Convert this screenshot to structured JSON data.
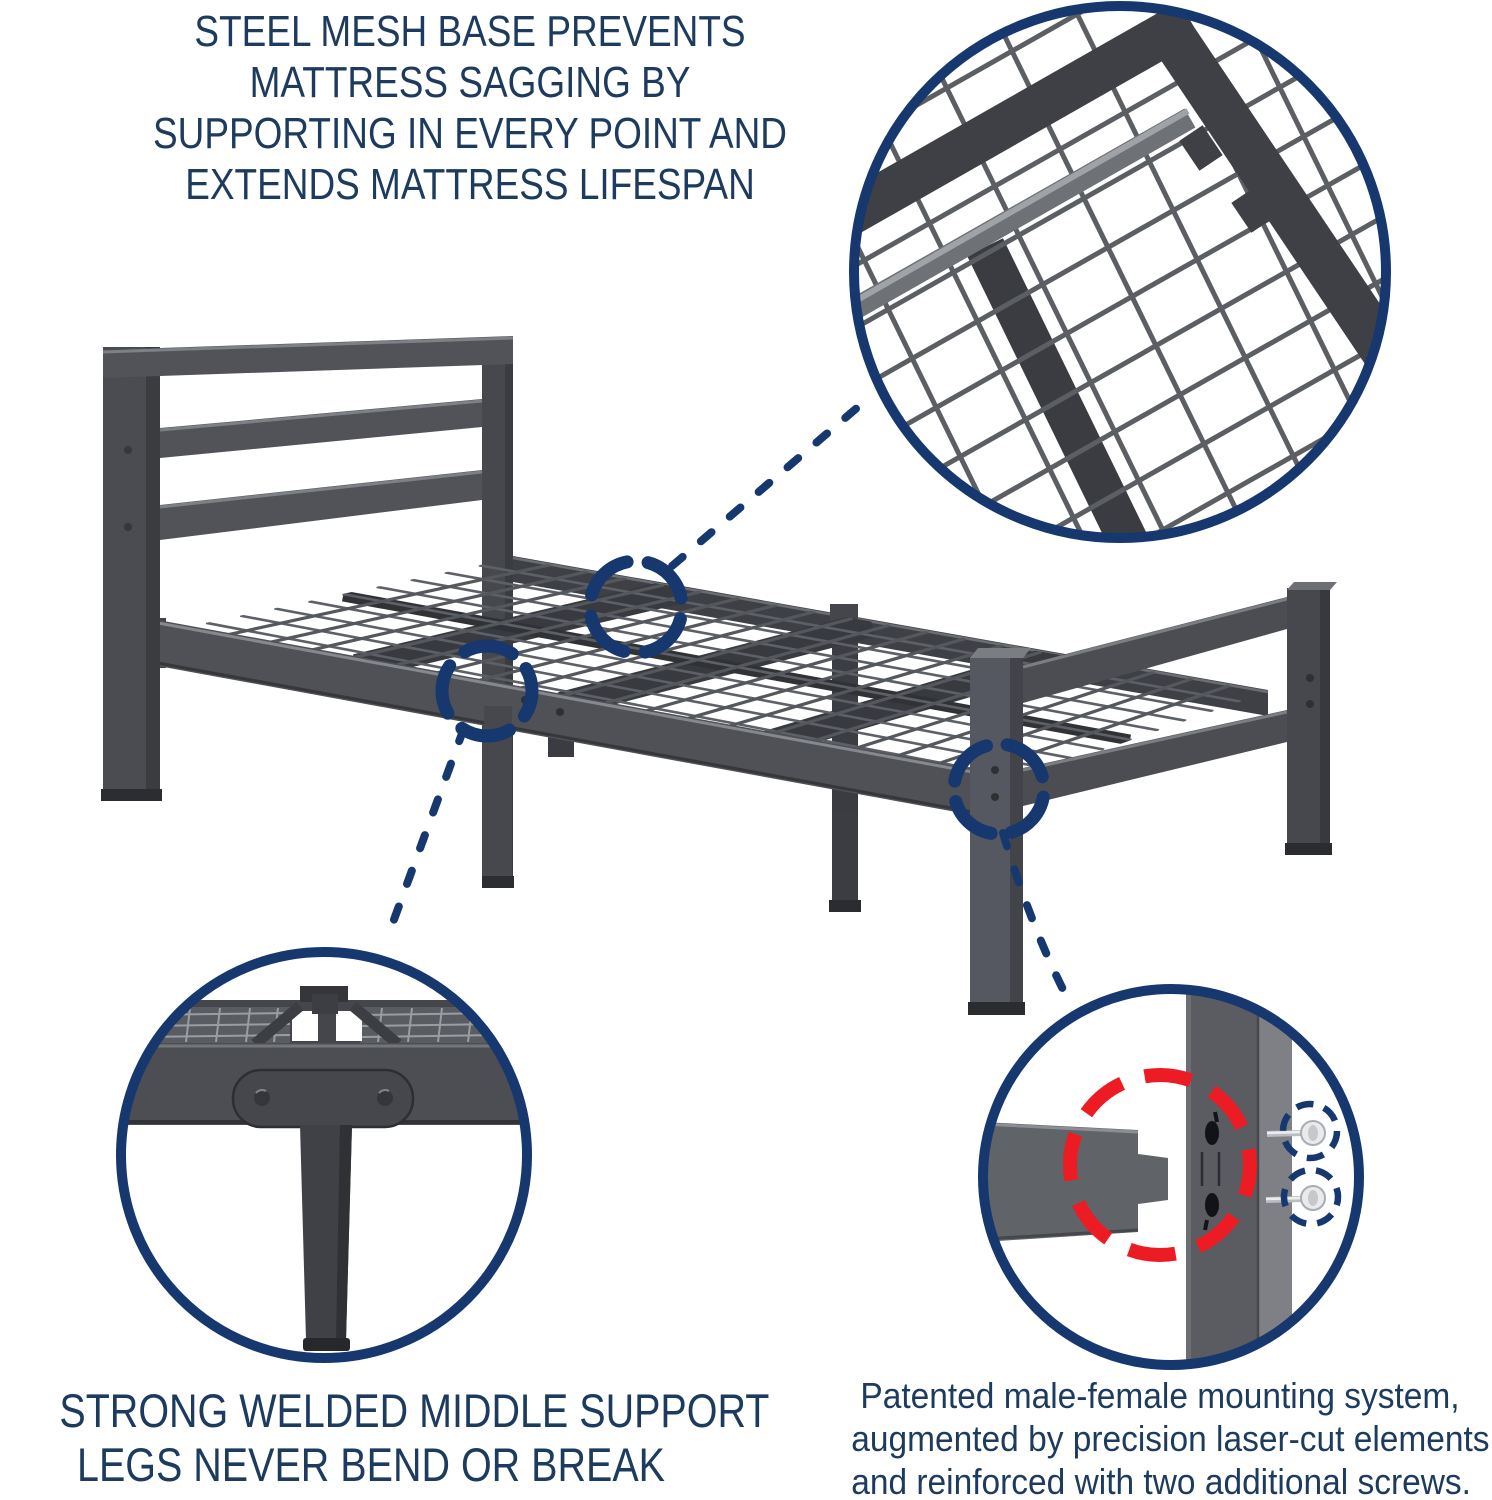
{
  "colors": {
    "navy": "#16386e",
    "text_navy": "#1d3b5e",
    "red": "#ed1c24",
    "metal_dark": "#3e4045",
    "metal_mid": "#4f5156",
    "metal_light": "#7e8085",
    "background": "#ffffff"
  },
  "annotations": {
    "mesh_base": {
      "lines": [
        "STEEL MESH BASE PREVENTS",
        "MATTRESS SAGGING BY",
        "SUPPORTING IN EVERY POINT AND",
        "EXTENDS MATTRESS LIFESPAN"
      ]
    },
    "middle_support": {
      "lines": [
        "STRONG WELDED MIDDLE SUPPORT",
        "LEGS NEVER BEND OR BREAK"
      ]
    },
    "mounting_system": {
      "lines": [
        "Patented male-female mounting system,",
        "augmented by precision laser-cut elements,",
        "and reinforced with two additional screws."
      ]
    }
  },
  "icons": {
    "callout_rings": "dashed-circle-marker",
    "connectors": "dashed-leader-line",
    "insets": "zoom-detail-circle",
    "screws": "screw-icon"
  }
}
